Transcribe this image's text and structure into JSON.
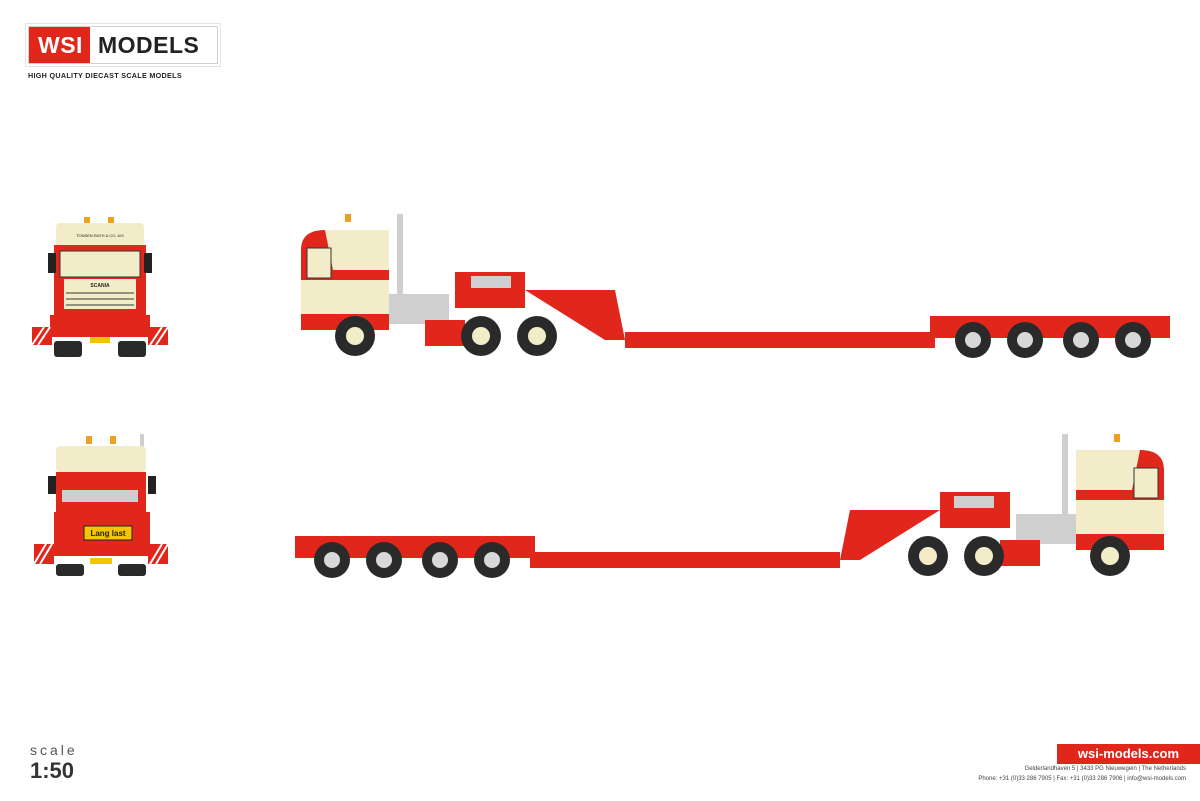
{
  "brand": {
    "wsi": "WSI",
    "models": "MODELS",
    "tagline": "HIGH QUALITY DIECAST SCALE MODELS"
  },
  "truck": {
    "cab_brand": "SCANIA",
    "company_name": "TONSEN RATH & CO. A/S",
    "rear_sign": "Lang last",
    "colors": {
      "red": "#e1261c",
      "cream": "#f3ecc9",
      "dark": "#2a2a2a",
      "chrome": "#cfcfcf"
    }
  },
  "scale": {
    "label": "scale",
    "value": "1:50"
  },
  "footer": {
    "website": "wsi-models.com",
    "address": "Gelderlandhaven 5  |  3433 PG Nieuwegein  |  The Netherlands",
    "contact": "Phone: +31 (0)33 286 7905  |  Fax: +31 (0)33 286 7906  |  info@wsi-models.com"
  }
}
